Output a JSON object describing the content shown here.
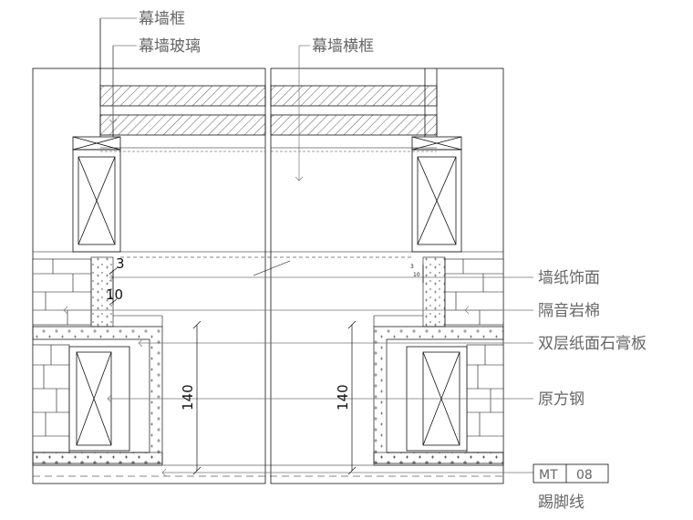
{
  "labels": {
    "curtain_frame": "幕墙框",
    "curtain_glass": "幕墙玻璃",
    "curtain_transom": "幕墙横框",
    "wallpaper_finish": "墙纸饰面",
    "sound_insulation": "隔音岩棉",
    "double_gypsum": "双层纸面石膏板",
    "steel_tube": "原方钢",
    "skirting": "踢脚线"
  },
  "dimensions": {
    "d3": "3",
    "d10": "10",
    "d140_left": "140",
    "d140_right": "140",
    "d3_small": "3",
    "d10_small": "10"
  },
  "tag": {
    "code": "MT",
    "number": "08"
  },
  "colors": {
    "line": "#111111",
    "label": "#666666",
    "hatch": "#333333"
  }
}
